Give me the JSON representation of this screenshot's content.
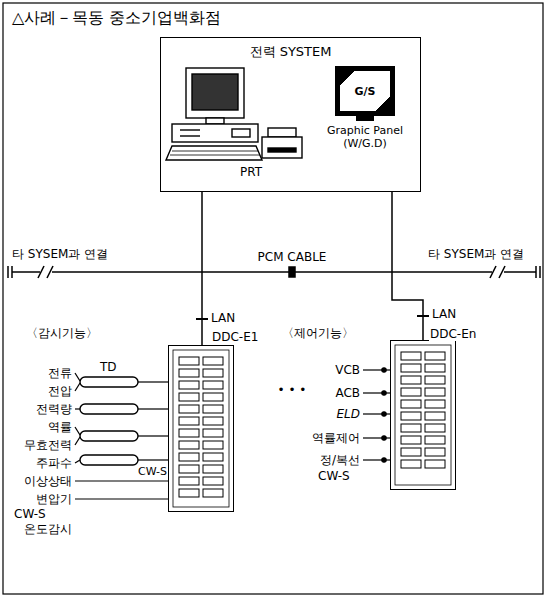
{
  "diagram": {
    "title": "△사례－목동 중소기업백화점",
    "nodes": [
      {
        "text": [
          "전력 SYSTEM"
        ]
      },
      {
        "text": [
          "G/S",
          "Graphic Panel (W/G.D)"
        ],
        "in": 0
      },
      {
        "text": [
          "DDC-E1"
        ]
      },
      {
        "text": [
          "DDC-En"
        ]
      }
    ],
    "edges": [
      {
        "from": 0,
        "to": 2,
        "label": "LAN",
        "arrow": "none"
      },
      {
        "from": 0,
        "to": 3,
        "label": "LAN",
        "arrow": "none"
      }
    ],
    "labels": [
      "PRT",
      "타 SYSEM과 연결",
      "PCM CABLE",
      "타 SYSEM과 연결",
      "〈감시기능〉",
      "〈제어기능〉",
      "TD",
      "전류",
      "전압",
      "전력량",
      "역률",
      "무효전력",
      "주파수",
      "이상상태",
      "변압기",
      "CW-S",
      "온도감시",
      "CW-S",
      "• • •",
      "VCB",
      "ACB",
      "ELD",
      "역률제어",
      "정/복선",
      "CW-S"
    ]
  }
}
